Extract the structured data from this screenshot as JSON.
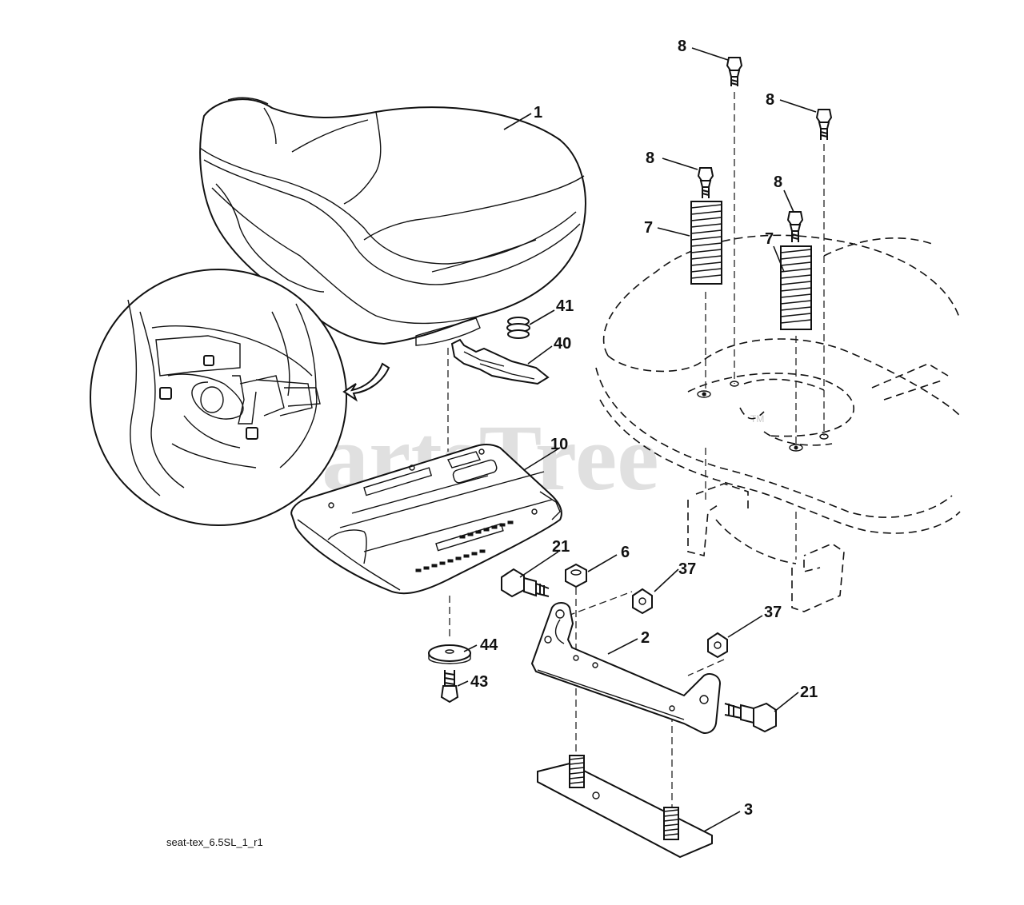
{
  "watermark": {
    "text": "PartsTree",
    "tm": "TM"
  },
  "filename": "seat-tex_6.5SL_1_r1",
  "callouts": {
    "c1": "1",
    "c8a": "8",
    "c8b": "8",
    "c8c": "8",
    "c8d": "8",
    "c7a": "7",
    "c7b": "7",
    "c41": "41",
    "c40": "40",
    "c10": "10",
    "c21a": "21",
    "c6": "6",
    "c37a": "37",
    "c37b": "37",
    "c2": "2",
    "c44": "44",
    "c43": "43",
    "c21b": "21",
    "c3": "3"
  }
}
